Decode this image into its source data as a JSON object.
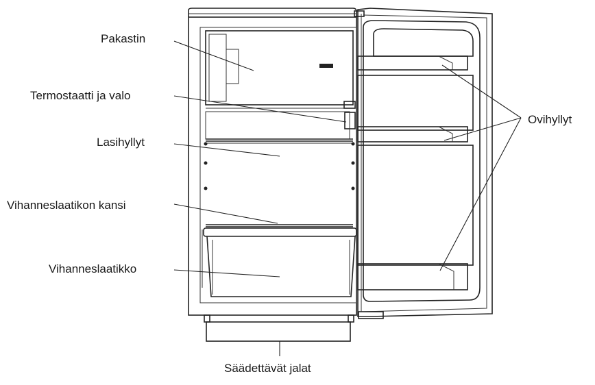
{
  "diagram": {
    "labels": {
      "freezer": "Pakastin",
      "thermostat": "Termostaatti ja valo",
      "glass_shelves": "Lasihyllyt",
      "crisper_cover": "Vihanneslaatikon kansi",
      "crisper": "Vihanneslaatikko",
      "door_shelves": "Ovihyllyt",
      "adjustable_feet": "Säädettävät jalat"
    }
  }
}
